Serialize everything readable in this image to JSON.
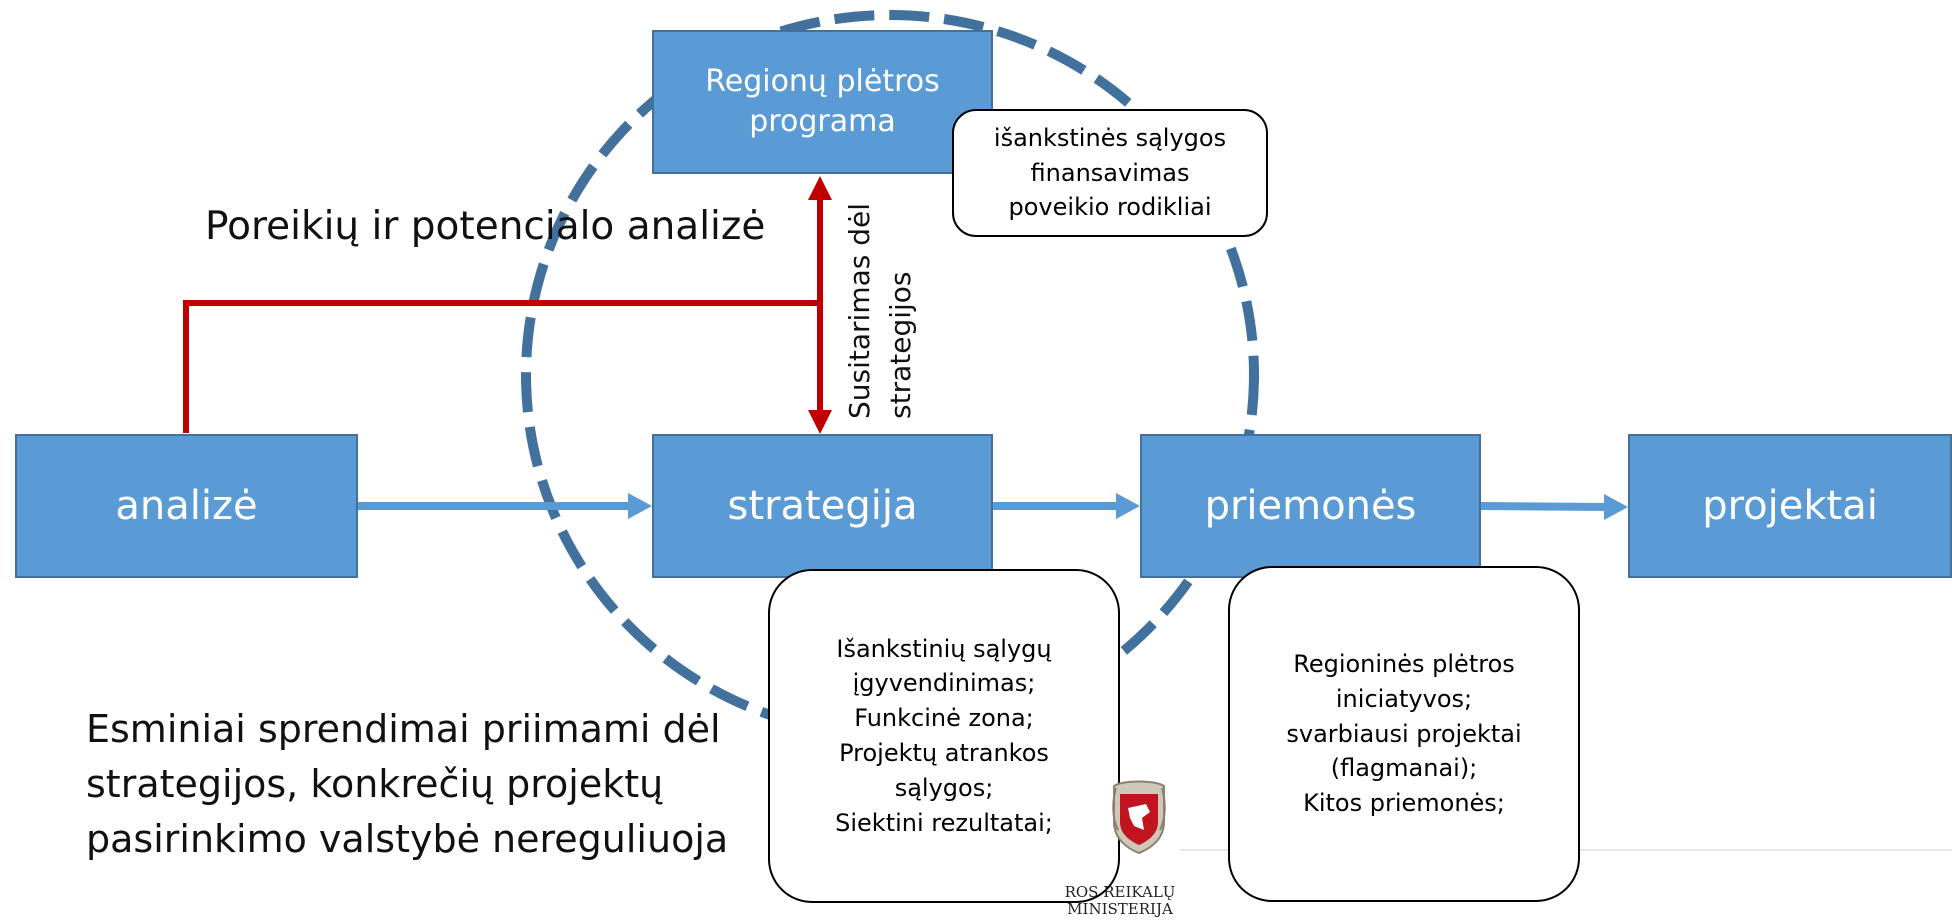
{
  "colors": {
    "box_fill": "#5b9bd5",
    "box_border": "#41719c",
    "circle": "#41719c",
    "flow_arrow": "#5b9bd5",
    "red_connector": "#c00000",
    "text_dark": "#111111"
  },
  "boxes": {
    "regional_program": "Regionų plėtros\nprograma",
    "analysis": "analizė",
    "strategy": "strategija",
    "measures": "priemonės",
    "projects": "projektai"
  },
  "labels": {
    "needs_analysis": "Poreikių ir potencialo analizė",
    "agreement": "Susitarimas dėl\nstrategijos",
    "key_decisions": "Esminiai sprendimai priimami dėl\nstrategijos, konkrečių projektų\npasirinkimo valstybė nereguliuoja"
  },
  "callouts": {
    "preconditions": "išankstinės sąlygos\nfinansavimas\npoveikio rodikliai",
    "strategy_contents": "Išankstinių sąlygų\nįgyvendinimas;\nFunkcinė zona;\nProjektų atrankos\nsąlygos;\nSiektini rezultatai;",
    "measures_contents": "Regioninės plėtros\niniciatyvos;\nsvarbiausi projektai\n(flagmanai);\nKitos priemonės;"
  },
  "logo": {
    "icon": "coat-of-arms-icon",
    "text": "ROS REIKALŲ\nMINISTERIJA"
  }
}
